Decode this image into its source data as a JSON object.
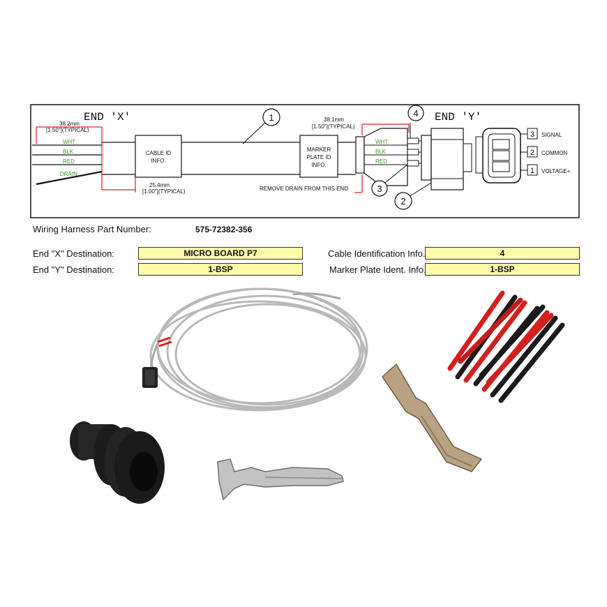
{
  "diagram": {
    "end_x_label": "END 'X'",
    "end_y_label": "END 'Y'",
    "dim_left_mm": "38.2mm",
    "dim_left_in": "[1.50\"](TYPICAL)",
    "dim_right_mm": "38.1mm",
    "dim_right_in": "[1.50\"](TYPICAL)",
    "dim_bottom_mm": "25.4mm",
    "dim_bottom_in": "[1.00\"](TYPICAL)",
    "cable_id_box": [
      "CABLE ID",
      "INFO."
    ],
    "marker_box": [
      "MARKER",
      "PLATE ID",
      "INFO."
    ],
    "remove_drain": "REMOVE DRAIN FROM THIS END",
    "wires_x": [
      "WHT",
      "BLK",
      "RED",
      "DRAIN"
    ],
    "wires_y": [
      "WHT",
      "BLK",
      "RED"
    ],
    "callouts": [
      "1",
      "2",
      "3",
      "4"
    ],
    "pins": [
      {
        "num": "3",
        "label": "SIGNAL"
      },
      {
        "num": "2",
        "label": "COMMON"
      },
      {
        "num": "1",
        "label": "VOLTAGE+"
      }
    ],
    "wire_label_color": "#3a9a1e",
    "dim_color": "#d62020"
  },
  "info": {
    "part_number_label": "Wiring Harness Part Number:",
    "part_number_value": "575-72382-356",
    "end_x_dest_label": "End \"X\" Destination:",
    "end_x_dest_value": "MICRO BOARD P7",
    "end_y_dest_label": "End \"Y\" Destination:",
    "end_y_dest_value": "1-BSP",
    "cable_id_label": "Cable Identification Info.",
    "cable_id_value": "4",
    "marker_label": "Marker Plate Ident. Info.",
    "marker_value": "1-BSP",
    "field_color": "#fffba8"
  },
  "photos": {
    "items": [
      "cable-coil",
      "heat-shrink-tubing",
      "crimp-terminal-angled",
      "rubber-seal",
      "crimp-terminal-flat"
    ]
  }
}
